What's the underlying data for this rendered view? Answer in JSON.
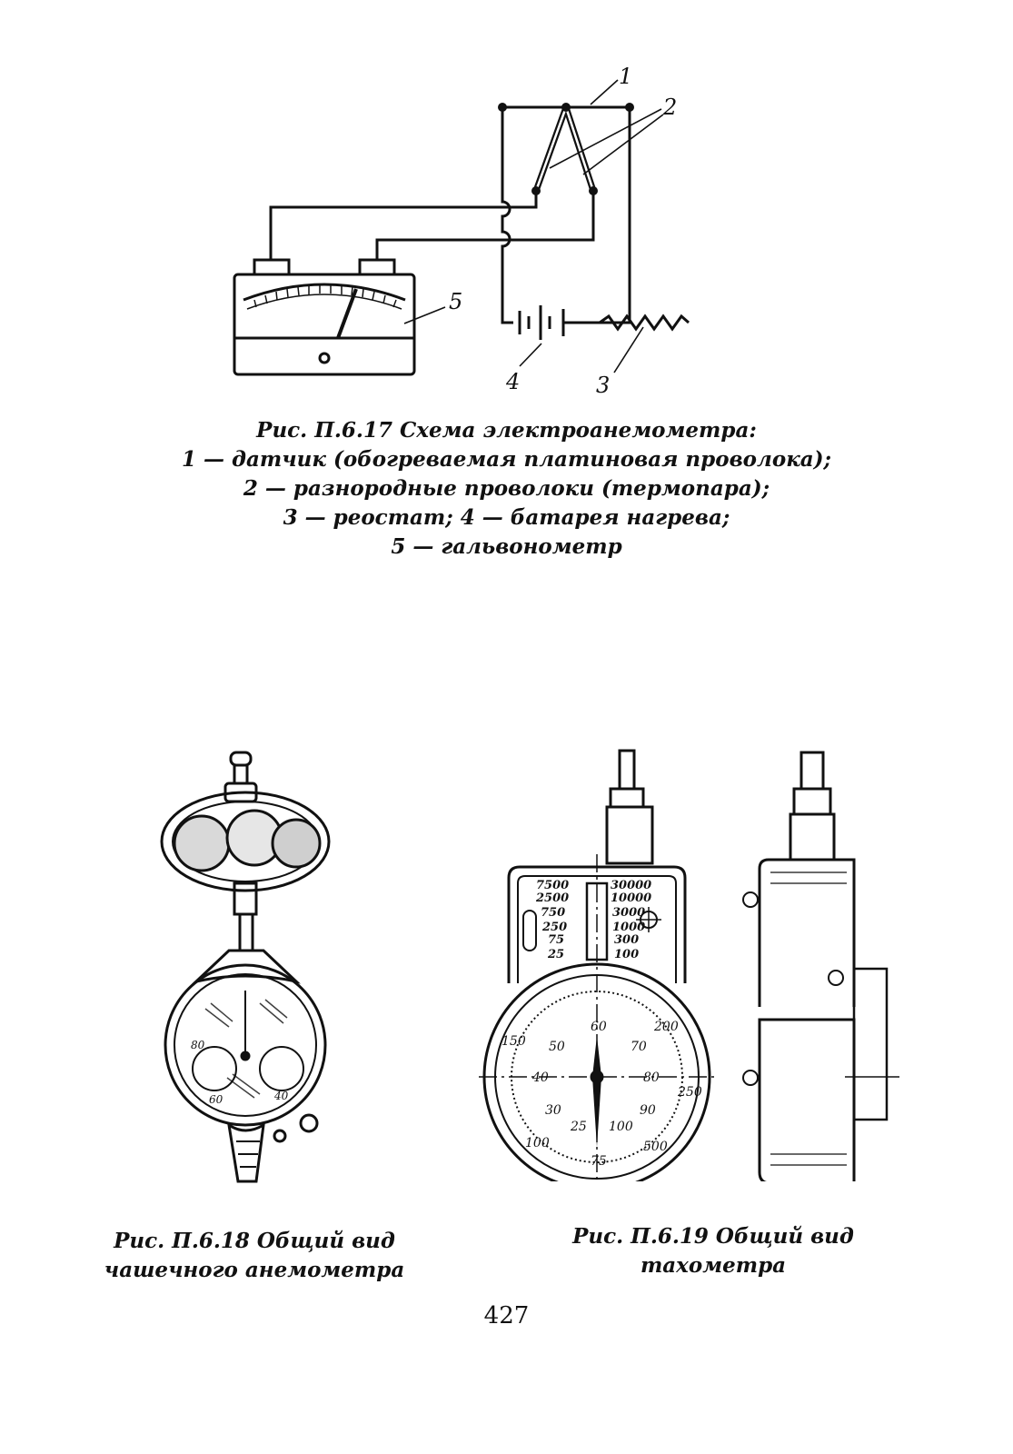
{
  "figure1": {
    "callouts": [
      "1",
      "2",
      "3",
      "4",
      "5"
    ],
    "caption": [
      "Рис. П.6.17 Схема электроанемометра:",
      "1 — датчик (обогреваемая платиновая проволока);",
      "2 — разнородные проволоки (термопара);",
      "3 — реостат; 4 — батарея нагрева;",
      "5 — гальвонометр"
    ]
  },
  "figure2": {
    "dial_labels": [
      "80",
      "60",
      "40"
    ],
    "caption": [
      "Рис. П.6.18 Общий вид",
      "чашечного анемометра"
    ]
  },
  "figure3": {
    "range_left": [
      "7500",
      "2500",
      "750",
      "250",
      "75",
      "25"
    ],
    "range_right": [
      "30000",
      "10000",
      "3000",
      "1000",
      "300",
      "100"
    ],
    "dial_labels": [
      "60",
      "50",
      "70",
      "40",
      "80",
      "30",
      "90",
      "25",
      "100",
      "75",
      "150",
      "200",
      "250",
      "500",
      "100"
    ],
    "caption": [
      "Рис. П.6.19 Общий вид",
      "тахометра"
    ]
  },
  "page_number": "427"
}
